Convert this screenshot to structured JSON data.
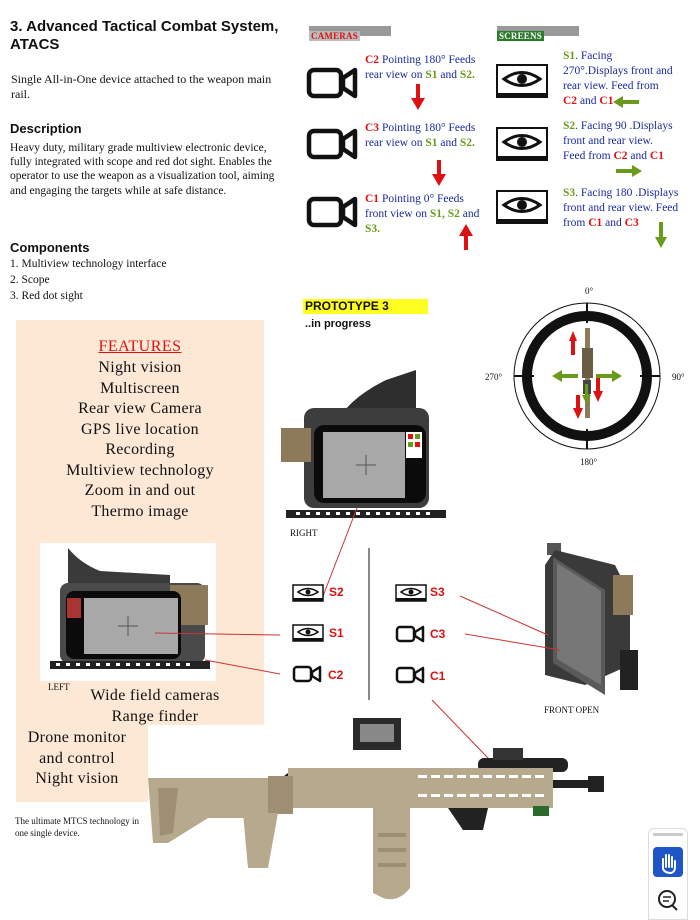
{
  "document": {
    "title": "3. Advanced Tactical Combat System, ATACS",
    "subtitle": "Single All-in-One device attached to the weapon main rail.",
    "description_heading": "Description",
    "description_body": "Heavy duty, military grade multiview electronic device, fully integrated with scope and red dot sight. Enables the operator to use the weapon as a visualization tool, aiming and engaging the targets while at safe distance.",
    "components_heading": "Components",
    "components": [
      "1. Multiview technology interface",
      "2. Scope",
      "3. Red dot sight"
    ]
  },
  "cameras": {
    "header": "CAMERAS",
    "items": [
      {
        "id": "C2",
        "text": "Pointing 180° Feeds rear view on",
        "targets_a": "S1",
        "joiner": "and",
        "targets_b": "S2.",
        "arrow": "down"
      },
      {
        "id": "C3",
        "text": "Pointing 180° Feeds rear view on",
        "targets_a": "S1",
        "joiner": "and",
        "targets_b": "S2.",
        "arrow": "down"
      },
      {
        "id": "C1",
        "text": "Pointing 0° Feeds front view on",
        "targets_a": "S1, S2",
        "joiner": "and",
        "targets_b": "S3.",
        "arrow": "up"
      }
    ]
  },
  "screens": {
    "header": "SCREENS",
    "items": [
      {
        "id": "S1",
        "text": ". Facing 270°.Displays front and rear view. Feed from",
        "feed_a": "C2",
        "joiner": "and",
        "feed_b": "C1",
        "arrow": "left"
      },
      {
        "id": "S2",
        "text": ". Facing 90 .Displays front and rear view. Feed from",
        "feed_a": "C2",
        "joiner": "and",
        "feed_b": "C1",
        "arrow": "right"
      },
      {
        "id": "S3",
        "text": ". Facing 180 .Displays front and rear view. Feed from",
        "feed_a": "C1",
        "joiner": "and",
        "feed_b": "C3",
        "arrow": "down"
      }
    ]
  },
  "prototype": {
    "label": "PROTOTYPE 3",
    "status": "..in progress"
  },
  "compass": {
    "north": "0°",
    "east": "90°",
    "south": "180°",
    "west": "270°"
  },
  "features": {
    "heading": "FEATURES",
    "items": [
      "Night vision",
      "Multiscreen",
      "Rear view Camera",
      "GPS live location",
      "Recording",
      "Multiview technology",
      "Zoom in and out",
      "Thermo image"
    ],
    "items_lower": [
      "Wide field cameras",
      "Range finder"
    ],
    "items_outside": [
      "Drone monitor",
      "and control",
      "Night vision"
    ]
  },
  "views": {
    "right": "RIGHT",
    "left": "LEFT",
    "front_open": "FRONT OPEN"
  },
  "legend": {
    "left_col": [
      "S2",
      "S1",
      "C2"
    ],
    "right_col": [
      "S3",
      "C3",
      "C1"
    ]
  },
  "tagline": "The ultimate MTCS technology in one single device.",
  "colors": {
    "red": "#dd1111",
    "green": "#6a9a1a",
    "blue": "#1a2aa0",
    "panel": "#fde8d6",
    "highlight": "#ffff22"
  }
}
